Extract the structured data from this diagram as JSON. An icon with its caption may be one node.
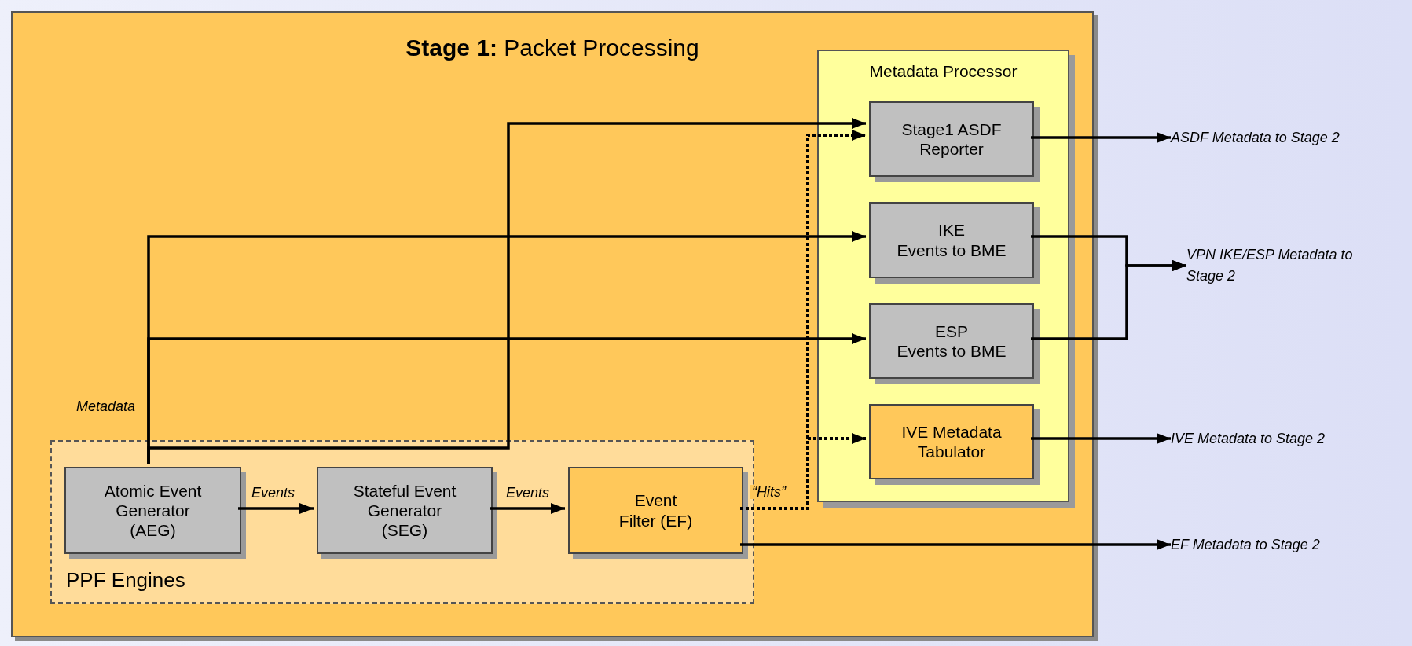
{
  "diagram": {
    "nodes": [
      {
        "text": [
          "**Stage 1:** Packet Processing"
        ]
      },
      {
        "text": [
          "Metadata Processor"
        ],
        "in": 0
      },
      {
        "text": [
          "Stage1 ASDF Reporter"
        ],
        "in": 1
      },
      {
        "text": [
          "IKE",
          "Events to BME"
        ],
        "in": 1
      },
      {
        "text": [
          "ESP",
          "Events to BME"
        ],
        "in": 1
      },
      {
        "text": [
          "IVE Metadata Tabulator"
        ],
        "in": 1
      },
      {
        "text": [
          "PPF Engines"
        ],
        "in": 0
      },
      {
        "text": [
          "Atomic Event Generator (AEG)"
        ],
        "in": 6
      },
      {
        "text": [
          "Stateful Event Generator (SEG)"
        ],
        "in": 6
      },
      {
        "text": [
          "Event Filter (EF)"
        ],
        "in": 6
      },
      {
        "text": [
          "ASDF  Metadata to Stage 2"
        ]
      },
      {
        "text": [
          "VPN  IKE/ESP Metadata to Stage 2"
        ]
      },
      {
        "text": [
          "IVE Metadata to Stage 2"
        ]
      },
      {
        "text": [
          "EF Metadata to Stage 2"
        ]
      }
    ],
    "edges": [
      {
        "from": 7,
        "to": 8,
        "arrow": "to",
        "label": "Events"
      },
      {
        "from": 8,
        "to": 9,
        "arrow": "to",
        "label": "Events"
      },
      {
        "from": 9,
        "to": 2,
        "arrow": "to",
        "style": "dashed",
        "label": "“Hits”"
      },
      {
        "from": 9,
        "to": 5,
        "arrow": "to",
        "style": "dashed"
      },
      {
        "from": 7,
        "to": 2,
        "arrow": "to"
      },
      {
        "from": 7,
        "to": 3,
        "arrow": "to"
      },
      {
        "from": 7,
        "to": 4,
        "arrow": "to"
      },
      {
        "from": 2,
        "to": 10,
        "arrow": "to"
      },
      {
        "from": 3,
        "to": 11,
        "arrow": "to"
      },
      {
        "from": 4,
        "to": 11,
        "arrow": "to"
      },
      {
        "from": 5,
        "to": 12,
        "arrow": "to"
      },
      {
        "from": 9,
        "to": 13,
        "arrow": "to"
      }
    ],
    "labels": [
      "Metadata"
    ]
  }
}
